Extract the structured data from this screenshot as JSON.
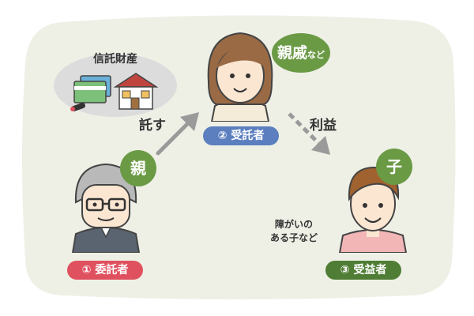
{
  "colors": {
    "background": "#ffffff",
    "panel": "#eef0e6",
    "oval": "#dcdcdc",
    "green": "#6b9a45",
    "dark_green": "#4f7d35",
    "red": "#e0515f",
    "blue": "#5b7fbf",
    "arrow": "#9a9a9a",
    "text": "#333333"
  },
  "trust_property": {
    "label": "信託財産",
    "icons": [
      "bankbook-icon",
      "seal-icon",
      "house-icon"
    ]
  },
  "arrows": {
    "entrust_label": "託す",
    "benefit_label": "利益"
  },
  "settlor": {
    "badge": "親",
    "label": "① 委託者",
    "icon": "grandfather-icon"
  },
  "trustee": {
    "badge_main": "親戚",
    "badge_sub": "など",
    "label": "② 受託者",
    "icon": "woman-icon"
  },
  "beneficiary": {
    "badge": "子",
    "note_line1": "障がいの",
    "note_line2": "ある子など",
    "label": "③ 受益者",
    "icon": "young-man-icon"
  }
}
